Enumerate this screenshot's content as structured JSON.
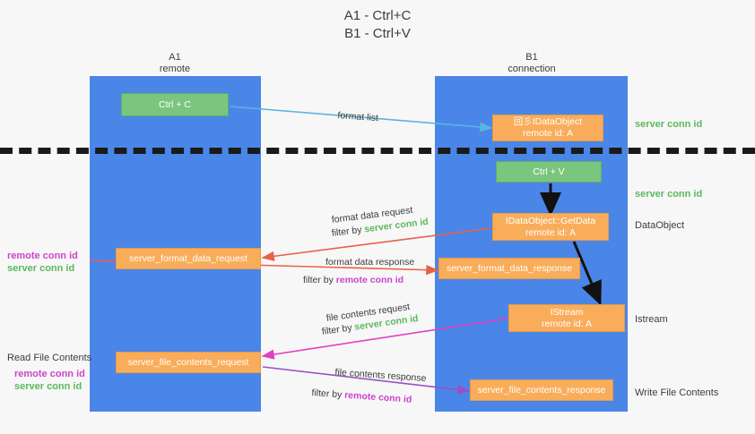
{
  "title": {
    "line1": "A1 - Ctrl+C",
    "line2": "B1 - Ctrl+V"
  },
  "columns": [
    {
      "name": "A1",
      "sub": "remote"
    },
    {
      "name": "B1",
      "sub": "connection"
    }
  ],
  "boxes": {
    "ctrl_c": "Ctrl + C",
    "ctrl_v": "Ctrl + V",
    "idataobject_title": "回彡IDataObject",
    "idataobject_sub": "remote id: A",
    "getdata_title": "IDataObject::GetData",
    "getdata_sub": "remote id: A",
    "istream_title": "IStream",
    "istream_sub": "remote id: A",
    "server_format_data_request": "server_format_data_request",
    "server_format_data_response": "server_format_data_response",
    "server_file_contents_request": "server_file_contents_request",
    "server_file_contents_response": "server_file_contents_response"
  },
  "edge_labels": {
    "format_list": "format list",
    "format_data_request": "format data request",
    "format_data_request_filter_prefix": "filter by ",
    "format_data_request_filter_value": "server conn id",
    "format_data_response": "format data response",
    "format_data_response_filter_prefix": "filter by ",
    "format_data_response_filter_value": "remote conn id",
    "file_contents_request": "file contents request",
    "file_contents_request_filter_prefix": "filter by ",
    "file_contents_request_filter_value": "server conn id",
    "file_contents_response": "file contents response",
    "file_contents_response_filter_prefix": "filter by ",
    "file_contents_response_filter_value": "remote conn id"
  },
  "right_labels": {
    "server_conn_id_top": "server conn id",
    "server_conn_id_mid": "server conn id",
    "dataobject": "DataObject",
    "istream": "Istream",
    "write_file_contents": "Write File Contents"
  },
  "left_labels": {
    "remote_conn_id_1": "remote conn id",
    "server_conn_id_1": "server conn id",
    "read_file_contents": "Read File Contents",
    "remote_conn_id_2": "remote conn id",
    "server_conn_id_2": "server conn id"
  },
  "colors": {
    "lane": "#4a86e8",
    "green_box": "#7bc67e",
    "orange_box": "#f9ad5a",
    "green_text": "#5cb85c",
    "purple_text": "#cc44cc",
    "arrow_blue": "#5bb3e0",
    "arrow_red": "#e8604c",
    "arrow_magenta": "#e040c0",
    "arrow_purple": "#9b4fc8",
    "arrow_black": "#111111",
    "background": "#f7f7f7"
  }
}
